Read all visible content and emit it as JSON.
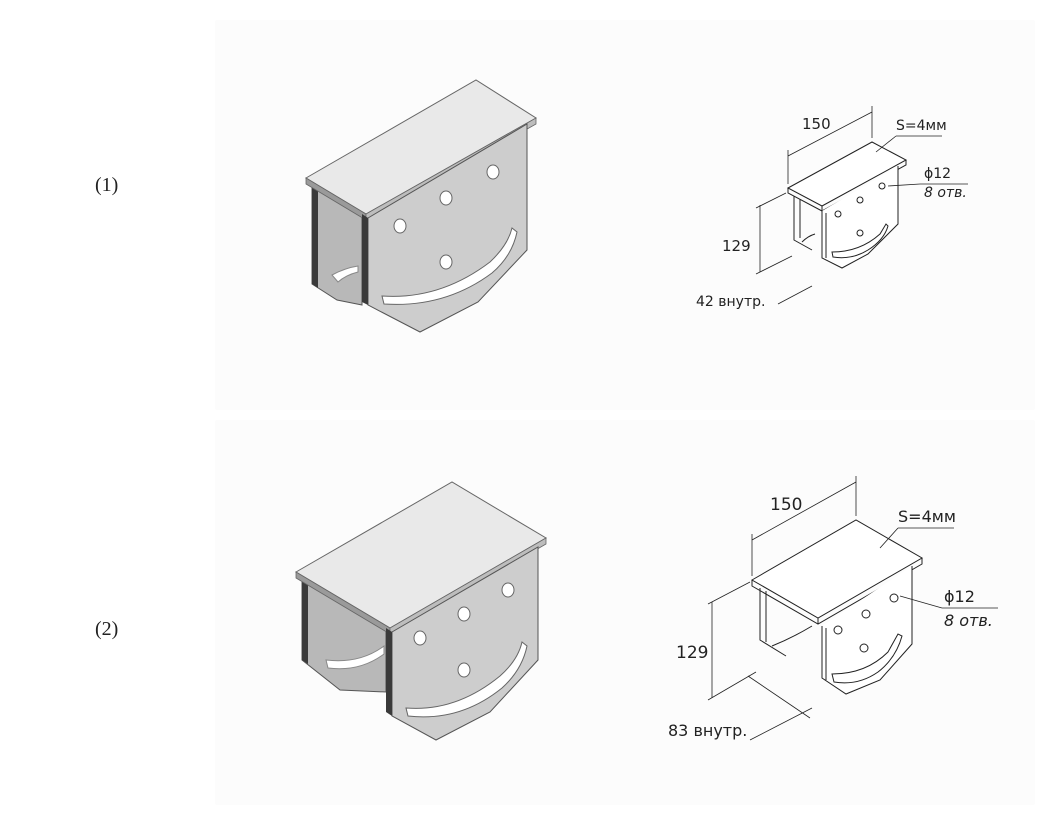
{
  "variants": [
    {
      "label": "(1)",
      "dim_length": "150",
      "dim_height": "129",
      "dim_inner": "42 внутр.",
      "thickness": "S=4мм",
      "hole_diameter": "ϕ12",
      "hole_count": "8 отв."
    },
    {
      "label": "(2)",
      "dim_length": "150",
      "dim_height": "129",
      "dim_inner": "83 внутр.",
      "thickness": "S=4мм",
      "hole_diameter": "ϕ12",
      "hole_count": "8 отв."
    }
  ],
  "colors": {
    "metal_top": "#e9e9e9",
    "metal_face": "#c9c9c9",
    "metal_dark": "#3a3a3a",
    "line": "#222222"
  }
}
